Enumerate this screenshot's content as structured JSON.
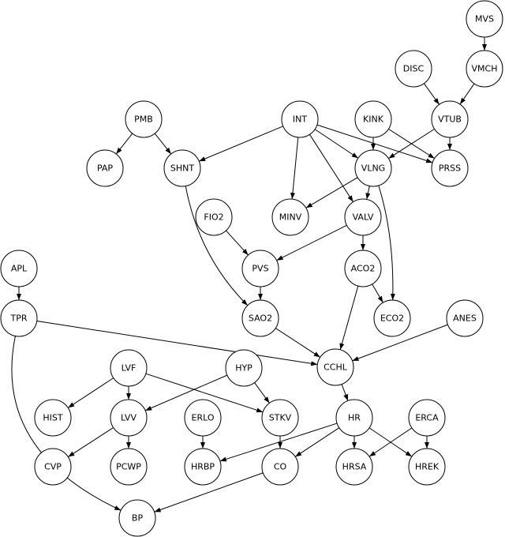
{
  "diagram": {
    "type": "directed-graph",
    "colors": {
      "node_fill": "#ffffff",
      "stroke": "#000000",
      "text": "#000000"
    },
    "nodes": [
      {
        "id": "MVS",
        "label": "MVS"
      },
      {
        "id": "DISC",
        "label": "DISC"
      },
      {
        "id": "VMCH",
        "label": "VMCH"
      },
      {
        "id": "PMB",
        "label": "PMB"
      },
      {
        "id": "INT",
        "label": "INT"
      },
      {
        "id": "KINK",
        "label": "KINK"
      },
      {
        "id": "VTUB",
        "label": "VTUB"
      },
      {
        "id": "PAP",
        "label": "PAP"
      },
      {
        "id": "SHNT",
        "label": "SHNT"
      },
      {
        "id": "VLNG",
        "label": "VLNG"
      },
      {
        "id": "PRSS",
        "label": "PRSS"
      },
      {
        "id": "FIO2",
        "label": "FIO2"
      },
      {
        "id": "MINV",
        "label": "MINV"
      },
      {
        "id": "VALV",
        "label": "VALV"
      },
      {
        "id": "APL",
        "label": "APL"
      },
      {
        "id": "PVS",
        "label": "PVS"
      },
      {
        "id": "ACO2",
        "label": "ACO2"
      },
      {
        "id": "TPR",
        "label": "TPR"
      },
      {
        "id": "SAO2",
        "label": "SAO2"
      },
      {
        "id": "ECO2",
        "label": "ECO2"
      },
      {
        "id": "ANES",
        "label": "ANES"
      },
      {
        "id": "CCHL",
        "label": "CCHL"
      },
      {
        "id": "LVF",
        "label": "LVF"
      },
      {
        "id": "HYP",
        "label": "HYP"
      },
      {
        "id": "HIST",
        "label": "HIST"
      },
      {
        "id": "LVV",
        "label": "LVV"
      },
      {
        "id": "ERLO",
        "label": "ERLO"
      },
      {
        "id": "STKV",
        "label": "STKV"
      },
      {
        "id": "HR",
        "label": "HR"
      },
      {
        "id": "ERCA",
        "label": "ERCA"
      },
      {
        "id": "CVP",
        "label": "CVP"
      },
      {
        "id": "PCWP",
        "label": "PCWP"
      },
      {
        "id": "HRBP",
        "label": "HRBP"
      },
      {
        "id": "CO",
        "label": "CO"
      },
      {
        "id": "HRSA",
        "label": "HRSA"
      },
      {
        "id": "HREK",
        "label": "HREK"
      },
      {
        "id": "BP",
        "label": "BP"
      }
    ],
    "edges": [
      {
        "from": "MVS",
        "to": "VMCH"
      },
      {
        "from": "DISC",
        "to": "VTUB"
      },
      {
        "from": "VMCH",
        "to": "VTUB"
      },
      {
        "from": "VTUB",
        "to": "PRSS"
      },
      {
        "from": "VTUB",
        "to": "VLNG"
      },
      {
        "from": "KINK",
        "to": "VLNG"
      },
      {
        "from": "KINK",
        "to": "PRSS"
      },
      {
        "from": "INT",
        "to": "SHNT"
      },
      {
        "from": "INT",
        "to": "VLNG"
      },
      {
        "from": "INT",
        "to": "PRSS"
      },
      {
        "from": "INT",
        "to": "MINV"
      },
      {
        "from": "INT",
        "to": "VALV"
      },
      {
        "from": "PMB",
        "to": "PAP"
      },
      {
        "from": "PMB",
        "to": "SHNT"
      },
      {
        "from": "VLNG",
        "to": "MINV"
      },
      {
        "from": "VLNG",
        "to": "VALV"
      },
      {
        "from": "VLNG",
        "to": "ECO2"
      },
      {
        "from": "SHNT",
        "to": "SAO2"
      },
      {
        "from": "FIO2",
        "to": "PVS"
      },
      {
        "from": "VALV",
        "to": "PVS"
      },
      {
        "from": "VALV",
        "to": "ACO2"
      },
      {
        "from": "PVS",
        "to": "SAO2"
      },
      {
        "from": "ACO2",
        "to": "ECO2"
      },
      {
        "from": "ACO2",
        "to": "CCHL"
      },
      {
        "from": "APL",
        "to": "TPR"
      },
      {
        "from": "TPR",
        "to": "CCHL"
      },
      {
        "from": "TPR",
        "to": "BP"
      },
      {
        "from": "SAO2",
        "to": "CCHL"
      },
      {
        "from": "ANES",
        "to": "CCHL"
      },
      {
        "from": "CCHL",
        "to": "HR"
      },
      {
        "from": "LVF",
        "to": "HIST"
      },
      {
        "from": "LVF",
        "to": "LVV"
      },
      {
        "from": "LVF",
        "to": "STKV"
      },
      {
        "from": "HYP",
        "to": "LVV"
      },
      {
        "from": "HYP",
        "to": "STKV"
      },
      {
        "from": "LVV",
        "to": "CVP"
      },
      {
        "from": "LVV",
        "to": "PCWP"
      },
      {
        "from": "ERLO",
        "to": "HRBP"
      },
      {
        "from": "STKV",
        "to": "CO"
      },
      {
        "from": "HR",
        "to": "HRBP"
      },
      {
        "from": "HR",
        "to": "CO"
      },
      {
        "from": "HR",
        "to": "HRSA"
      },
      {
        "from": "HR",
        "to": "HREK"
      },
      {
        "from": "ERCA",
        "to": "HRSA"
      },
      {
        "from": "ERCA",
        "to": "HREK"
      },
      {
        "from": "CO",
        "to": "BP"
      }
    ]
  }
}
